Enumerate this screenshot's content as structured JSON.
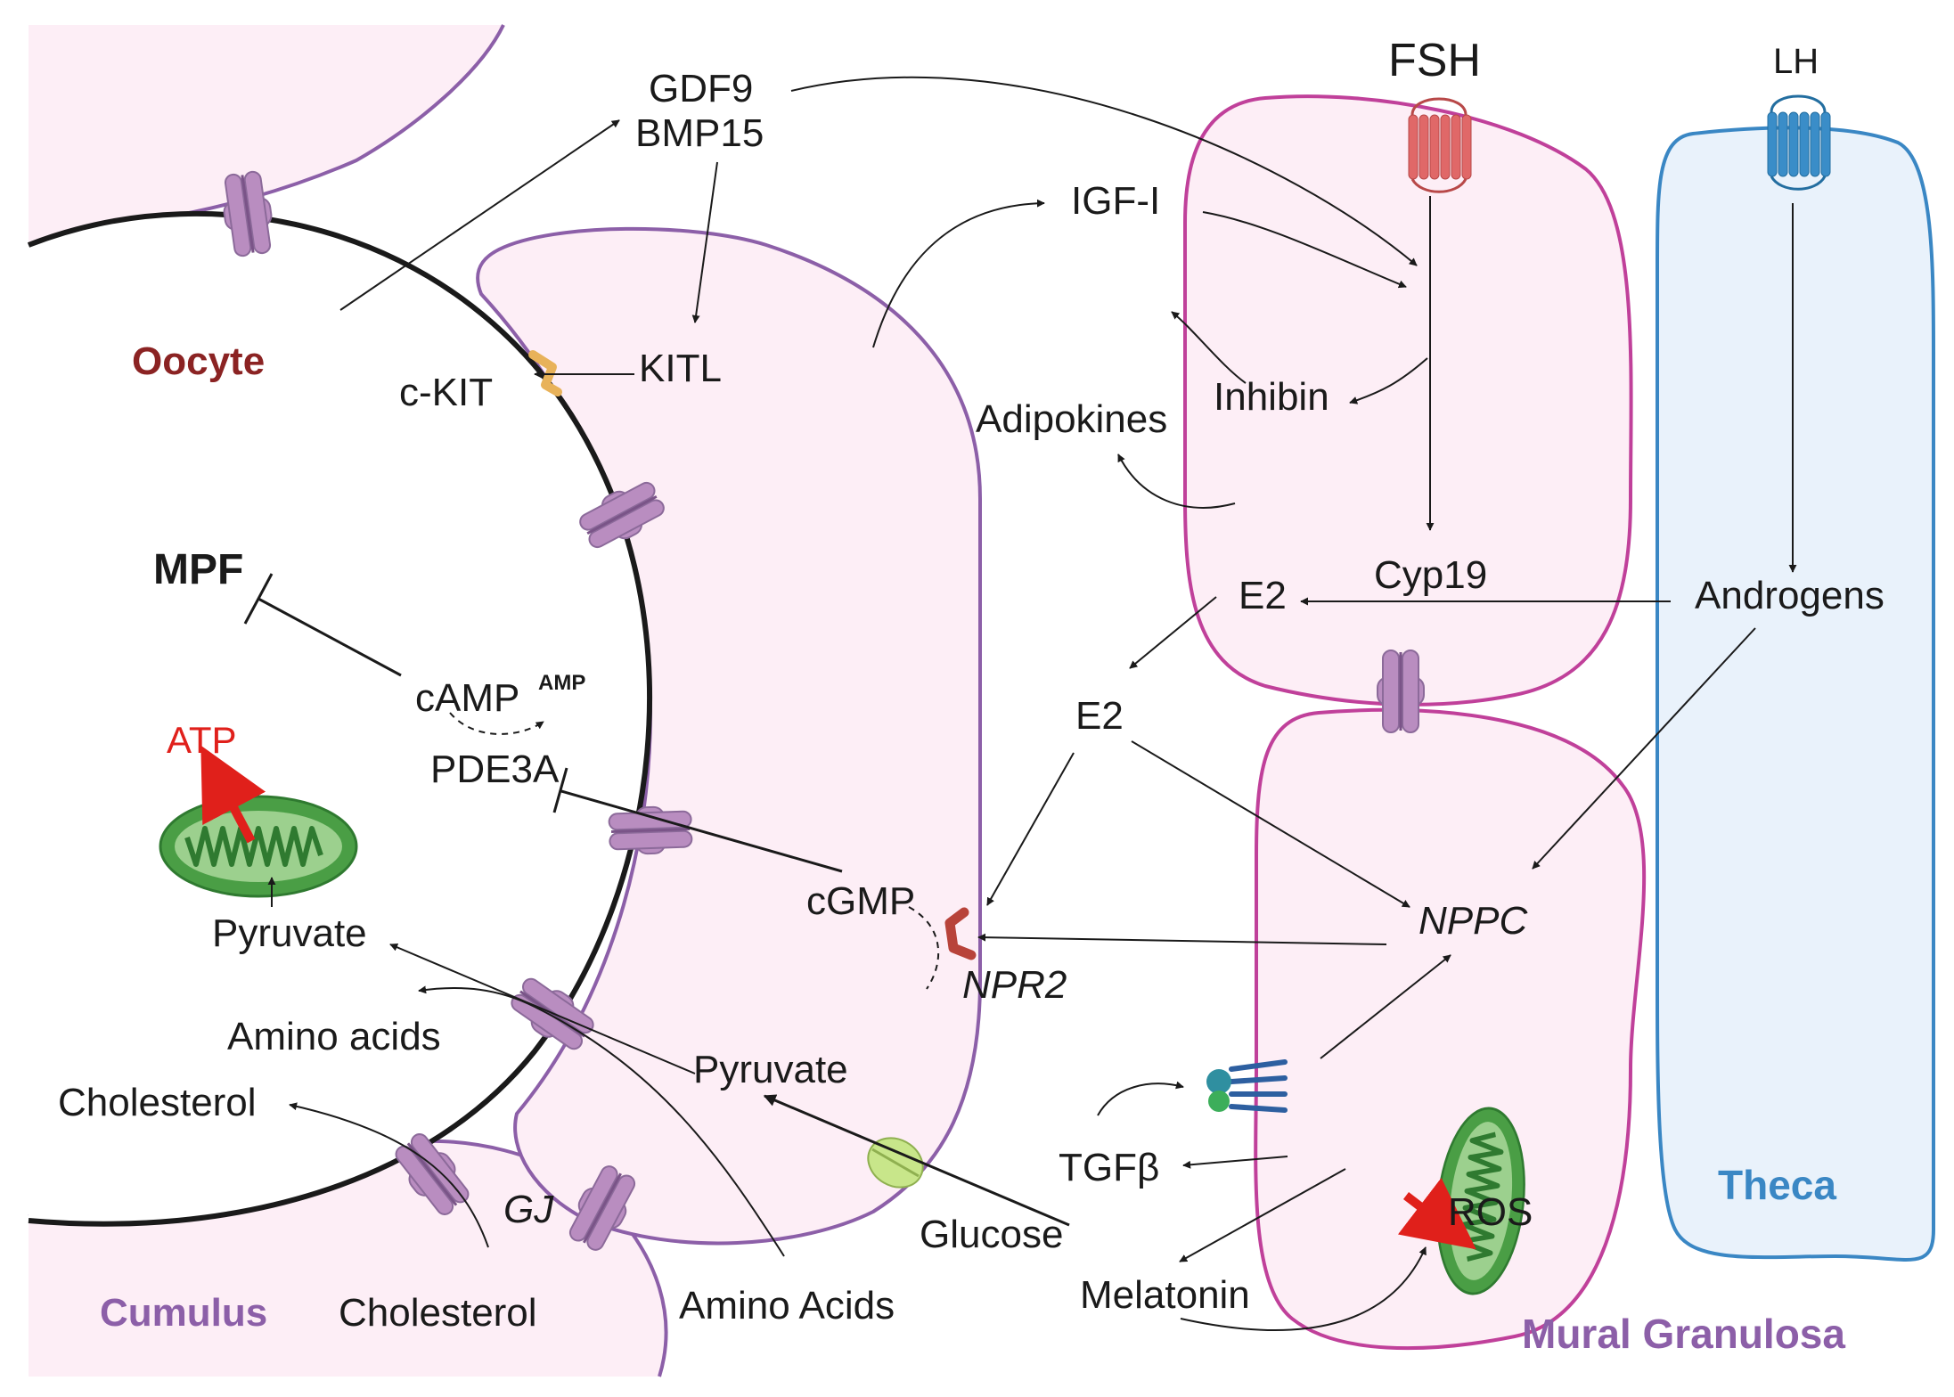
{
  "labels": {
    "oocyte": "Oocyte",
    "cumulus": "Cumulus",
    "mural_granulosa": "Mural Granulosa",
    "theca": "Theca",
    "gdf9": "GDF9",
    "bmp15": "BMP15",
    "fsh": "FSH",
    "lh": "LH",
    "igf1": "IGF-I",
    "kitl": "KITL",
    "ckit": "c-KIT",
    "inhibin": "Inhibin",
    "adipokines": "Adipokines",
    "cyp19": "Cyp19",
    "e2_upper": "E2",
    "e2_lower": "E2",
    "androgens": "Androgens",
    "mpf": "MPF",
    "camp": "cAMP",
    "amp": "AMP",
    "pde3a": "PDE3A",
    "atp": "ATP",
    "pyruvate_oocyte": "Pyruvate",
    "amino_acids_oocyte": "Amino acids",
    "cholesterol_oocyte": "Cholesterol",
    "cgmp": "cGMP",
    "npr2": "NPR2",
    "nppc": "NPPC",
    "pyruvate_cumulus": "Pyruvate",
    "glucose": "Glucose",
    "tgfb": "TGFβ",
    "ros": "ROS",
    "melatonin": "Melatonin",
    "gj": "GJ",
    "cholesterol_bottom": "Cholesterol",
    "amino_acids_bottom": "Amino Acids"
  },
  "colors": {
    "cell_fill": "#fdeef6",
    "cumulus_outline": "#8c5fa8",
    "mural_outline": "#c0409a",
    "theca_outline": "#3a87c4",
    "theca_fill": "#e9f2fb",
    "oocyte_label": "#8b2323",
    "cumulus_label": "#8c5fa8",
    "mural_label": "#8c5fa8",
    "theca_label": "#3a87c4",
    "atp": "#e0201b",
    "red_arrow": "#e0201b",
    "mito_green": "#4a9e45",
    "mito_light": "#9cd08e",
    "channel_purple": "#b98dc0",
    "ckit_orange": "#e8b25a",
    "npr2_red": "#b8433a",
    "fsh_receptor": "#e06868",
    "lh_receptor": "#3a8dc8",
    "glucose_transporter": "#c8e68a"
  }
}
